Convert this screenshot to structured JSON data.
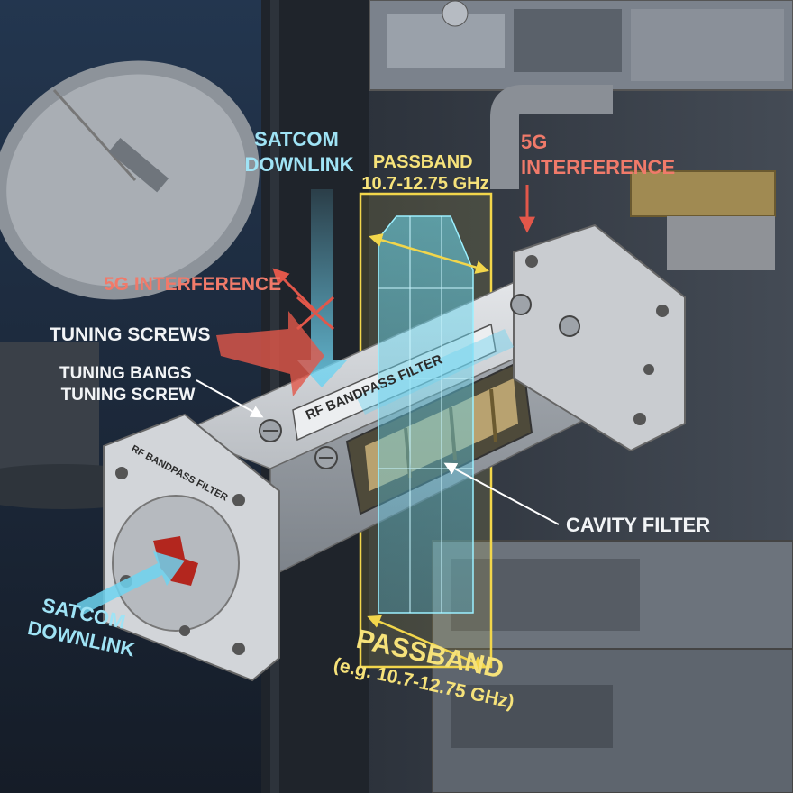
{
  "colors": {
    "background": "#1b2533",
    "satcom": "#6fd3f0",
    "interference": "#e2574a",
    "passband": "#f2d64b",
    "metal": "#c9ccd0",
    "rack": "#3a404a"
  },
  "labels": {
    "satcom_top": [
      "SATCOM",
      "DOWNLINK"
    ],
    "passband_top": [
      "PASSBAND",
      "10.7-12.75 GHz"
    ],
    "interference_top_right": [
      "5G",
      "INTERFERENCE"
    ],
    "interference_left": "5G INTERFERENCE",
    "tuning_screws": "TUNING SCREWS",
    "tuning_bangs": [
      "TUNING BANGS",
      "TUNING SCREW"
    ],
    "filter_plate": "RF BANDPASS FILTER",
    "flange_label": "RF BANDPASS FILTER",
    "cavity_filter": "CAVITY FILTER",
    "satcom_bottom": [
      "SATCOM",
      "DOWNLINK"
    ],
    "passband_bottom": [
      "PASSBAND",
      "(e.g. 10.7-12.75 GHz)"
    ]
  },
  "icons": {
    "dish": "satellite-dish-icon",
    "waveguide": "waveguide-icon",
    "screw": "tuning-screw-icon"
  }
}
